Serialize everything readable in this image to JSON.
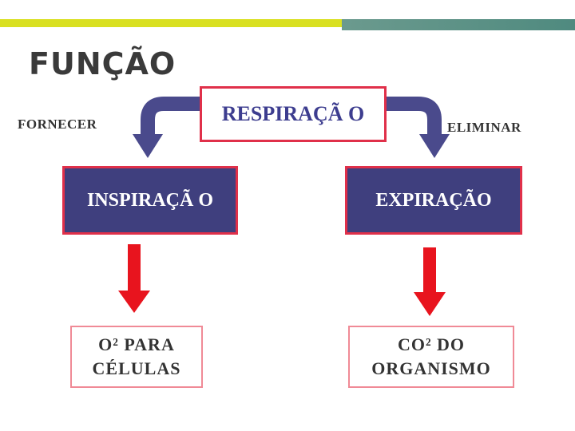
{
  "slide": {
    "title": "FUNÇÃO",
    "center_node": "RESPIRAÇÃ O",
    "left_branch_label": "FORNECER",
    "right_branch_label": "ELIMINAR",
    "left_node": "INSPIRAÇÃ O",
    "right_node": "EXPIRAÇÃO",
    "left_result": "O² PARA CÉLULAS",
    "right_result": "CO² DO ORGANISMO"
  },
  "colors": {
    "accent_yellow": "#d9e021",
    "accent_teal": "#4f8a7f",
    "node_purple": "#3f3f7e",
    "arrow_red": "#e8141e",
    "border_red": "#e0304a",
    "curved_arrow": "#4a4a8c"
  }
}
